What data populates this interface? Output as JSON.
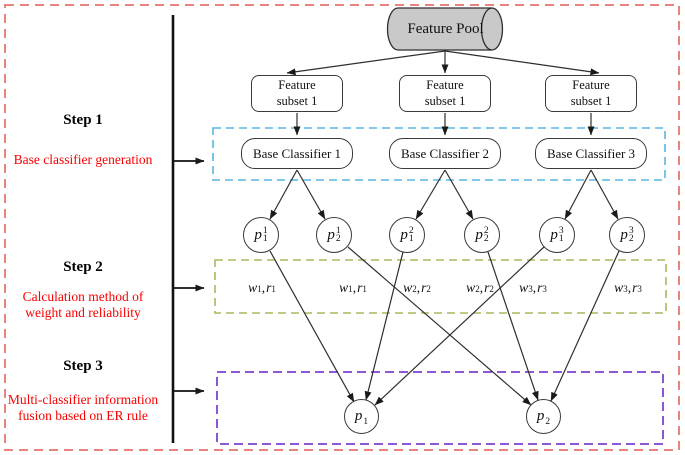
{
  "colors": {
    "outer_border": "#e8847e",
    "step1_box_border": "#57b7e0",
    "step2_box_border": "#a8b85f",
    "step3_box_border": "#7f41d1",
    "red_text": "#fb0000",
    "cylinder_fill": "#c9c9c9",
    "line": "#2f2f2f"
  },
  "feature_pool": {
    "label": "Feature Pool"
  },
  "feature_subsets": [
    {
      "line1": "Feature",
      "line2": "subset 1"
    },
    {
      "line1": "Feature",
      "line2": "subset 1"
    },
    {
      "line1": "Feature",
      "line2": "subset 1"
    }
  ],
  "classifiers": [
    {
      "label": "Base Classifier 1"
    },
    {
      "label": "Base Classifier 2"
    },
    {
      "label": "Base Classifier 3"
    }
  ],
  "belief_circles": [
    {
      "base": "p",
      "sup": "1",
      "sub": "1"
    },
    {
      "base": "p",
      "sup": "1",
      "sub": "2"
    },
    {
      "base": "p",
      "sup": "2",
      "sub": "1"
    },
    {
      "base": "p",
      "sup": "2",
      "sub": "2"
    },
    {
      "base": "p",
      "sup": "3",
      "sub": "1"
    },
    {
      "base": "p",
      "sup": "3",
      "sub": "2"
    }
  ],
  "weight_labels": [
    {
      "w": "w",
      "wsub": "1",
      "sep": ",",
      "r": "r",
      "rsub": "1"
    },
    {
      "w": "w",
      "wsub": "1",
      "sep": ",",
      "r": "r",
      "rsub": "1"
    },
    {
      "w": "w",
      "wsub": "2",
      "sep": ",",
      "r": "r",
      "rsub": "2"
    },
    {
      "w": "w",
      "wsub": "2",
      "sep": ",",
      "r": "r",
      "rsub": "2"
    },
    {
      "w": "w",
      "wsub": "3",
      "sep": ",",
      "r": "r",
      "rsub": "3"
    },
    {
      "w": "w",
      "wsub": "3",
      "sep": ",",
      "r": "r",
      "rsub": "3"
    }
  ],
  "fused_circles": [
    {
      "base": "p",
      "sub": "1"
    },
    {
      "base": "p",
      "sub": "2"
    }
  ],
  "steps": [
    {
      "title": "Step 1",
      "lines": [
        "Base classifier generation"
      ]
    },
    {
      "title": "Step 2",
      "lines": [
        "Calculation method of",
        "weight and reliability"
      ]
    },
    {
      "title": "Step 3",
      "lines": [
        "Multi-classifier information",
        "fusion based on ER rule"
      ]
    }
  ]
}
